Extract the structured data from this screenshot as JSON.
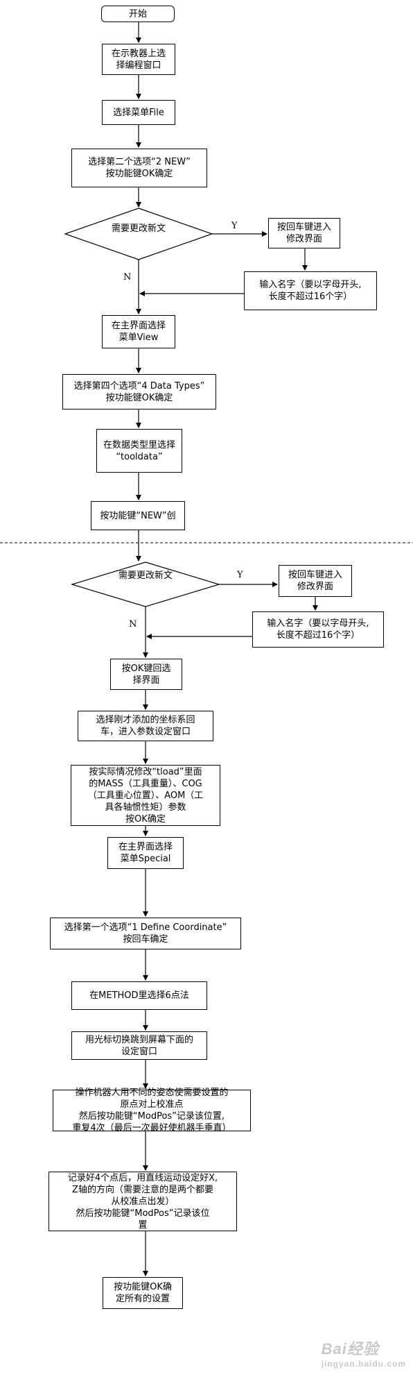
{
  "top": {
    "start": "开始",
    "s1": [
      "在示教器上选",
      "择编程窗口"
    ],
    "s2": [
      "选择菜单File"
    ],
    "s3": [
      "选择第二个选项“2 NEW”",
      "按功能键OK确定"
    ],
    "d1": "需要更改新文",
    "yes1": "Y",
    "no1": "N",
    "r1": [
      "按回车键进入",
      "修改界面"
    ],
    "r2": [
      "输入名字（要以字母开头,",
      "长度不超过16个字）"
    ],
    "s4": [
      "在主界面选择",
      "菜单View"
    ],
    "s5": [
      "选择第四个选项“4 Data Types”",
      "按功能键OK确定"
    ],
    "s6": [
      "在数据类型里选择",
      "“tooldata”"
    ],
    "s7": [
      "按功能键“NEW”创"
    ]
  },
  "bottom": {
    "d2": "需要更改新文",
    "yes2": "Y",
    "no2": "N",
    "r3": [
      "按回车键进入",
      "修改界面"
    ],
    "r4": [
      "输入名字（要以字母开头,",
      "长度不超过16个字）"
    ],
    "b1": [
      "按OK键回选",
      "择界面"
    ],
    "b2": [
      "选择刚才添加的坐标系回",
      "车，进入参数设定窗口"
    ],
    "b3": [
      "按实际情况修改“tload”里面",
      "的MASS（工具重量）、COG",
      "（工具重心位置）、AOM（工",
      "具各轴惯性矩）参数",
      "按OK确定"
    ],
    "b4": [
      "在主界面选择",
      "菜单Special"
    ],
    "b5": [
      "选择第一个选项“1 Define  Coordinate”",
      "按回车确定"
    ],
    "b6": [
      "在METHOD里选择6点法"
    ],
    "b7": [
      "用光标切换跳到屏幕下面的",
      "设定窗口"
    ],
    "b8": [
      "操作机器人用不同的姿态使需要设置的",
      "原点对上校准点",
      "然后按功能键“ModPos”记录该位置,",
      "重复4次（最后一次最好使机器手垂直）"
    ],
    "b9": [
      "记录好4个点后，用直线运动设定好X,",
      "Z轴的方向（需要注意的是两个都要",
      "从校准点出发）",
      "然后按功能键“ModPos”记录该位",
      "置"
    ],
    "b10": [
      "按功能键OK确",
      "定所有的设置"
    ]
  },
  "watermark": "Bai经验",
  "watermark_sub": "jingyan.baidu.com"
}
